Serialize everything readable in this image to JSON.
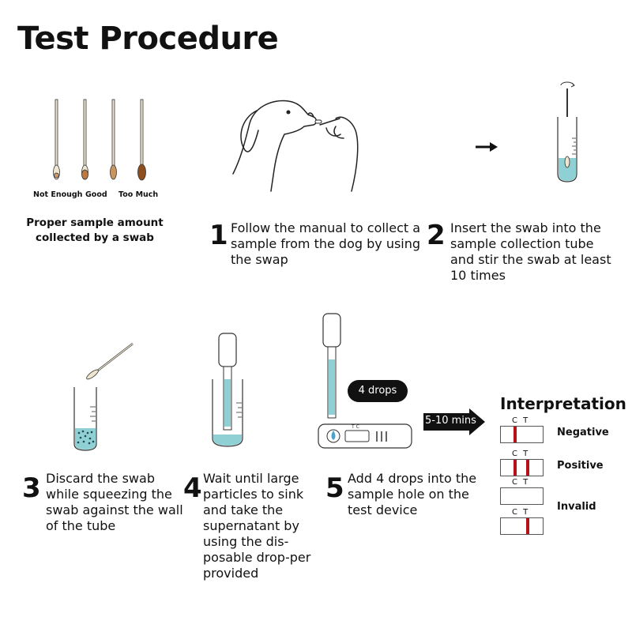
{
  "title": "Test Procedure",
  "swab_labels": [
    "Not Enough",
    "Good",
    "Too Much"
  ],
  "swab_caption": "Proper sample amount collected by a swab",
  "steps": [
    {
      "num": "1",
      "text": "Follow the manual to collect a sample from the dog by using the swap"
    },
    {
      "num": "2",
      "text": "Insert the swab into the sample collection tube and stir the swab at least 10 times"
    },
    {
      "num": "3",
      "text": "Discard the swab while squeezing the swab against the wall of the tube"
    },
    {
      "num": "4",
      "text": "Wait until large particles to sink and take the supernatant by using the dis-posable drop-per provided"
    },
    {
      "num": "5",
      "text": "Add 4 drops into the sample hole on the test device"
    }
  ],
  "drops_label": "4 drops",
  "wait_label": "5-10 mins",
  "interpretation": {
    "title": "Interpretation",
    "ct_label": "C T",
    "results": [
      "Negative",
      "Positive",
      "Invalid"
    ]
  },
  "colors": {
    "liquid": "#8fd0d4",
    "line": "#b5121b",
    "arrow": "#111111"
  }
}
